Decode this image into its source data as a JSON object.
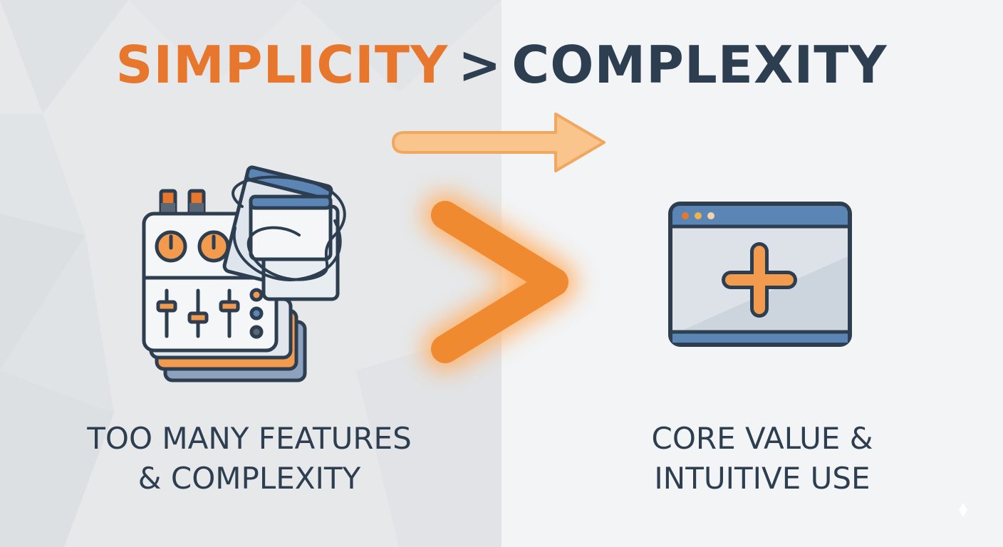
{
  "title": {
    "left": "SIMPLICITY",
    "separator": ">",
    "right": "COMPLEXITY"
  },
  "captions": {
    "left": [
      "TOO MANY FEATURES",
      "& COMPLEXITY"
    ],
    "right": [
      "CORE VALUE &",
      "INTUITIVE USE"
    ]
  },
  "colors": {
    "accent": "#e8772e",
    "dark": "#2d3e50",
    "blue": "#5b85b5",
    "arrow": "#f9c58c"
  },
  "icons": {
    "left": "cluttered-control-panel-icon",
    "middle": "greater-than-icon",
    "right": "app-window-plus-icon"
  }
}
